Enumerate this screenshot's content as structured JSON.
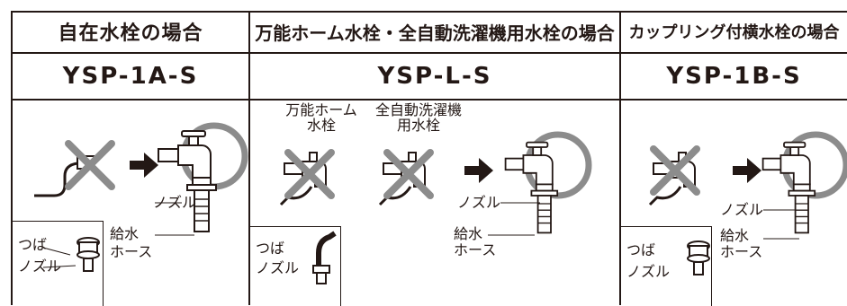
{
  "columns": [
    {
      "header": "自在水栓の場合",
      "model": "YSP-1A-S",
      "labels": {
        "nozzle": "ノズル",
        "hose_line1": "給水",
        "hose_line2": "ホース",
        "tsuba": "つば",
        "inset_nozzle": "ノズル"
      }
    },
    {
      "header": "万能ホーム水栓・全自動洗濯機用水栓の場合",
      "model": "YSP-L-S",
      "labels": {
        "faucet_a_line1": "万能ホーム",
        "faucet_a_line2": "水栓",
        "faucet_b_line1": "全自動洗濯機",
        "faucet_b_line2": "用水栓",
        "nozzle": "ノズル",
        "hose_line1": "給水",
        "hose_line2": "ホース",
        "tsuba": "つば",
        "inset_nozzle": "ノズル"
      }
    },
    {
      "header": "カップリング付横水栓の場合",
      "model": "YSP-1B-S",
      "labels": {
        "nozzle": "ノズル",
        "hose_line1": "給水",
        "hose_line2": "ホース",
        "tsuba": "つば",
        "inset_nozzle": "ノズル"
      }
    }
  ],
  "icons": [
    "cross-mark-icon",
    "right-arrow-icon",
    "circle-ok-icon",
    "faucet-icon"
  ],
  "colors": {
    "line": "#231815",
    "mark": "#8c8c8c",
    "arrow": "#231815"
  }
}
